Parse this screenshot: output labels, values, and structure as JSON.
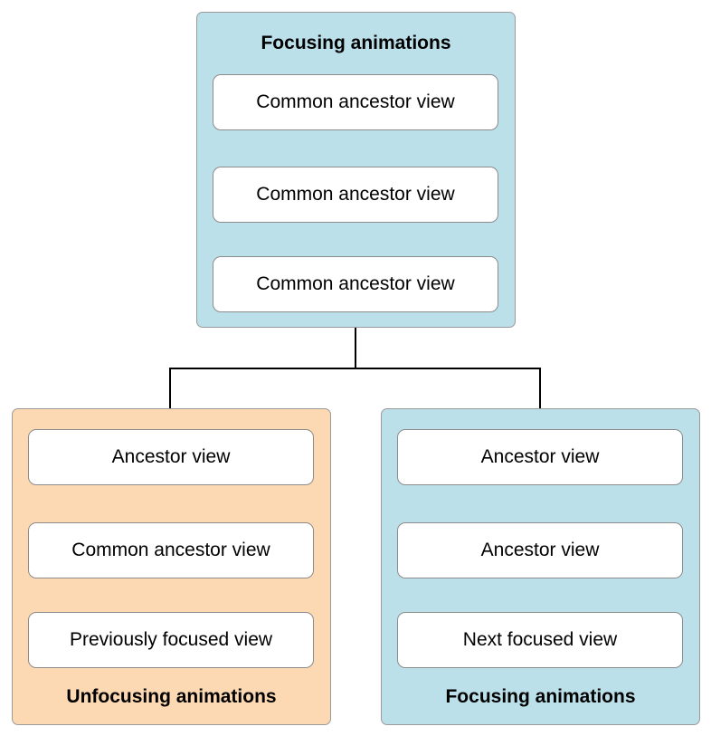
{
  "colors": {
    "focus_panel_fill": "#bbe0ea",
    "unfocus_panel_fill": "#fcd9b2",
    "node_fill": "#ffffff",
    "connector": "#000000"
  },
  "top_panel": {
    "title": "Focusing animations",
    "nodes": [
      "Common ancestor view",
      "Common ancestor view",
      "Common ancestor view"
    ]
  },
  "left_panel": {
    "title": "Unfocusing animations",
    "nodes": [
      "Ancestor view",
      "Common ancestor view",
      "Previously focused view"
    ]
  },
  "right_panel": {
    "title": "Focusing animations",
    "nodes": [
      "Ancestor view",
      "Ancestor view",
      "Next focused view"
    ]
  }
}
